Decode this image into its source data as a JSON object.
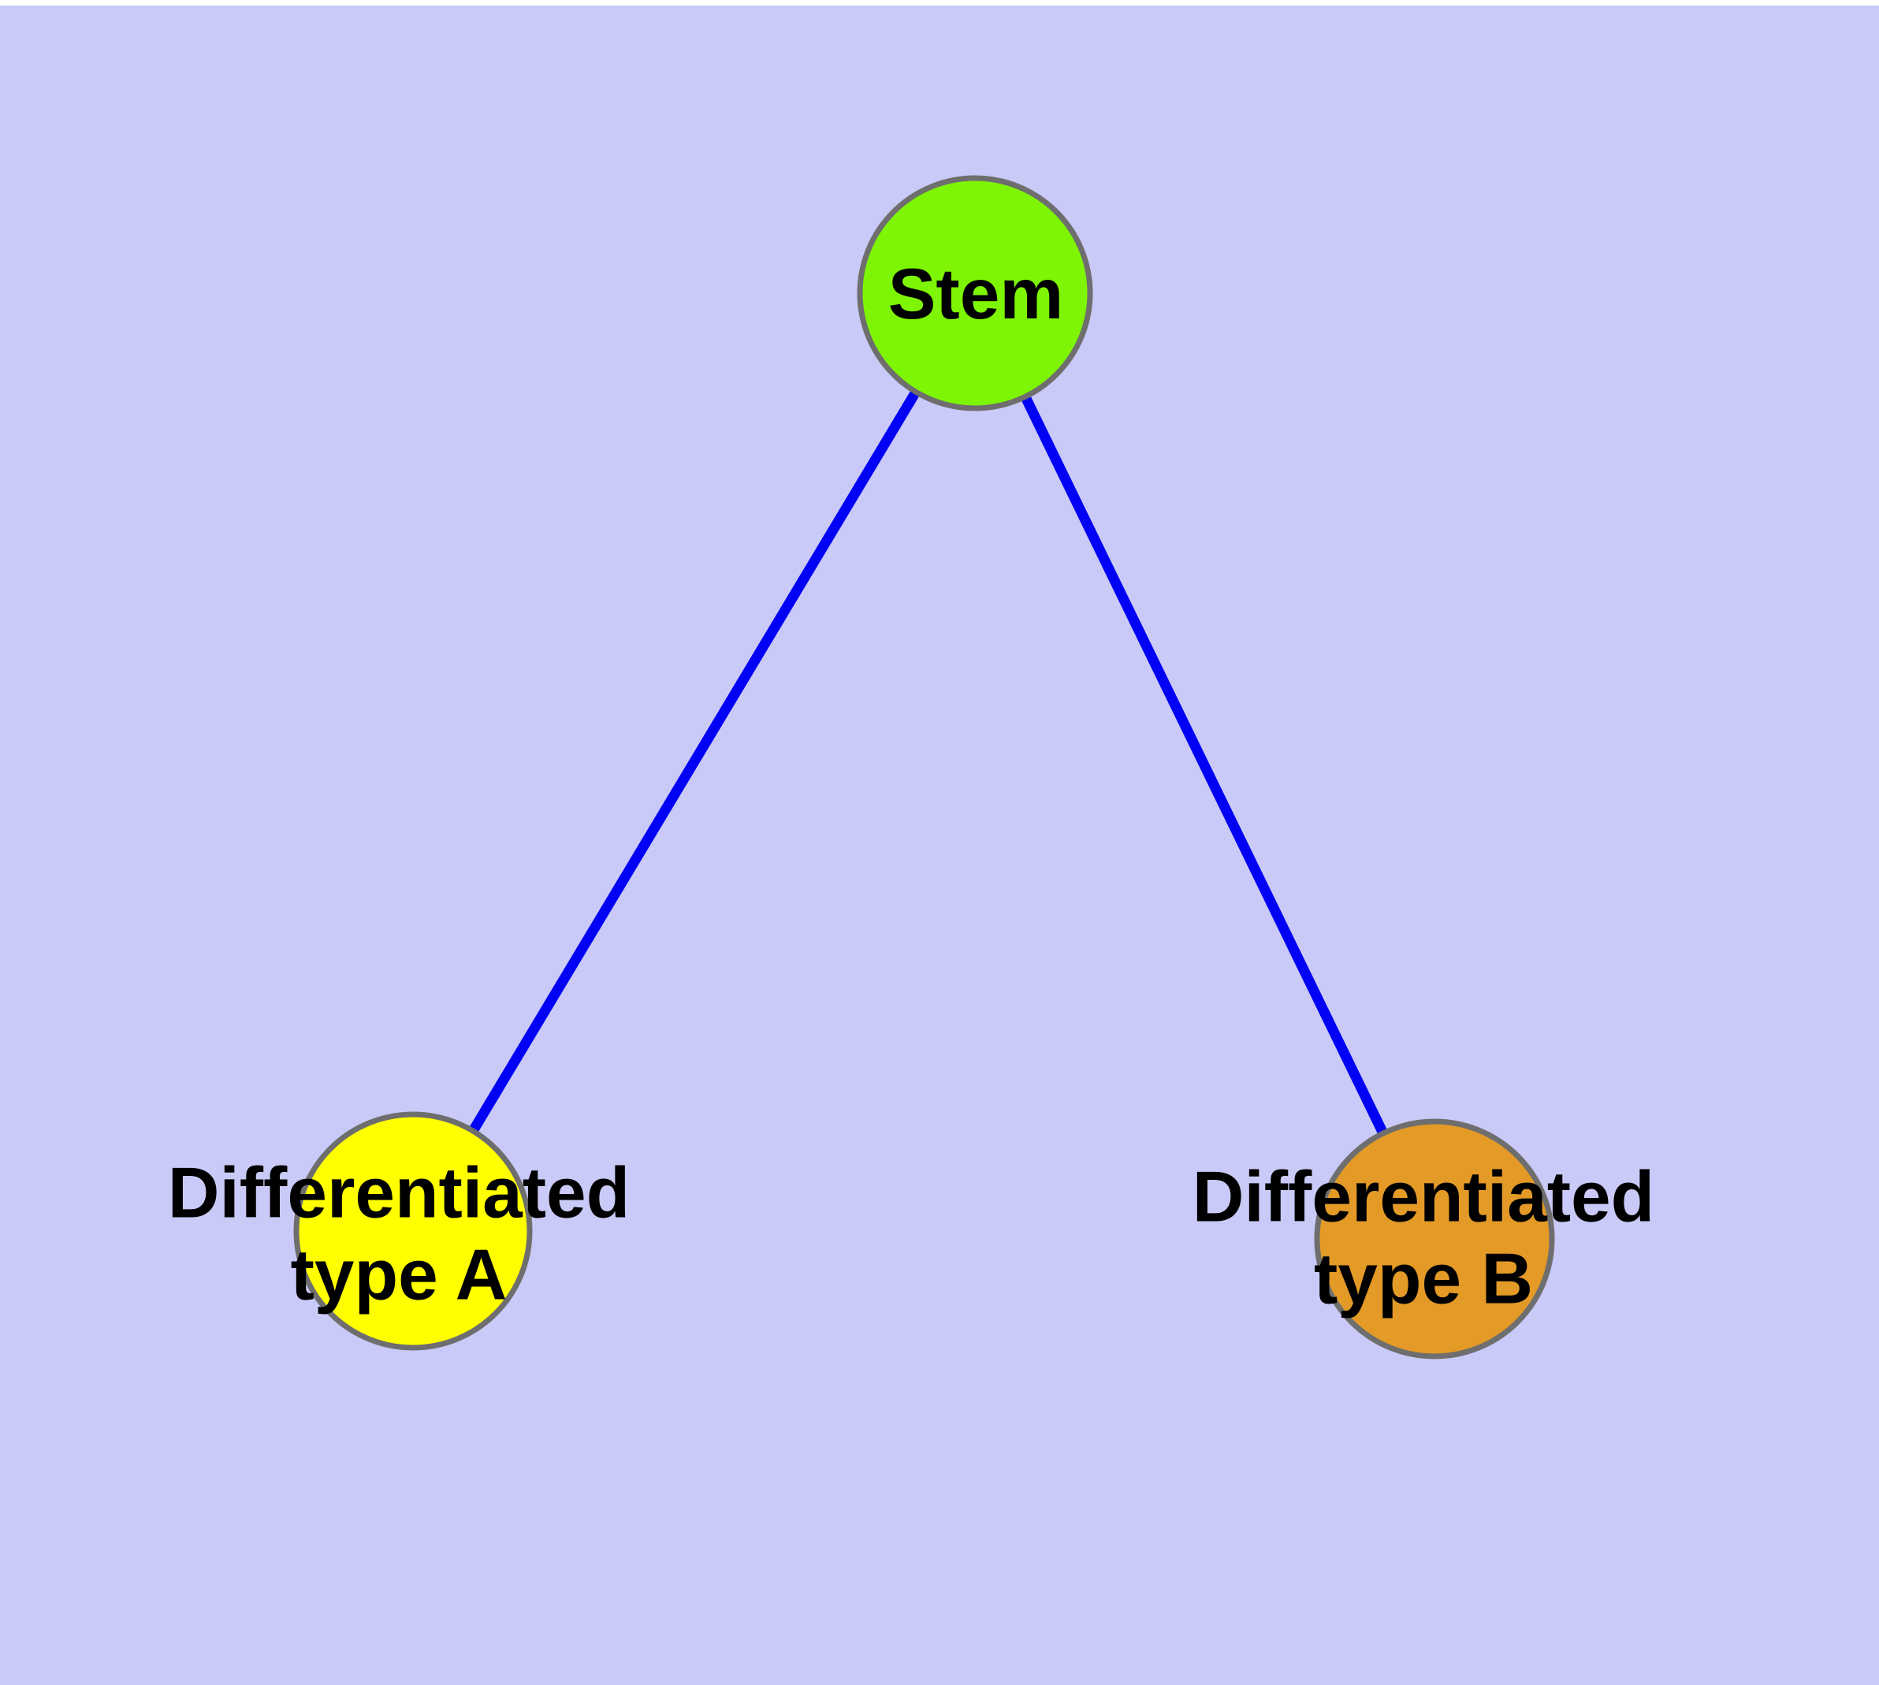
{
  "diagram": {
    "background_color": "#CACAF8",
    "page_margin_color": "#FFFFFF",
    "edge_color": "#0101F3",
    "node_border_color": "#6E6E6E",
    "label_color": "#000000",
    "nodes": [
      {
        "id": "stem",
        "label": "Stem",
        "fill": "#7DF505"
      },
      {
        "id": "differentiated-type-a",
        "label": "Differentiated\ntype A",
        "fill": "#FFFF00"
      },
      {
        "id": "differentiated-type-b",
        "label": "Differentiated\ntype B",
        "fill": "#E39A26"
      }
    ],
    "edges": [
      {
        "from": "stem",
        "to": "differentiated-type-a"
      },
      {
        "from": "stem",
        "to": "differentiated-type-b"
      }
    ]
  }
}
